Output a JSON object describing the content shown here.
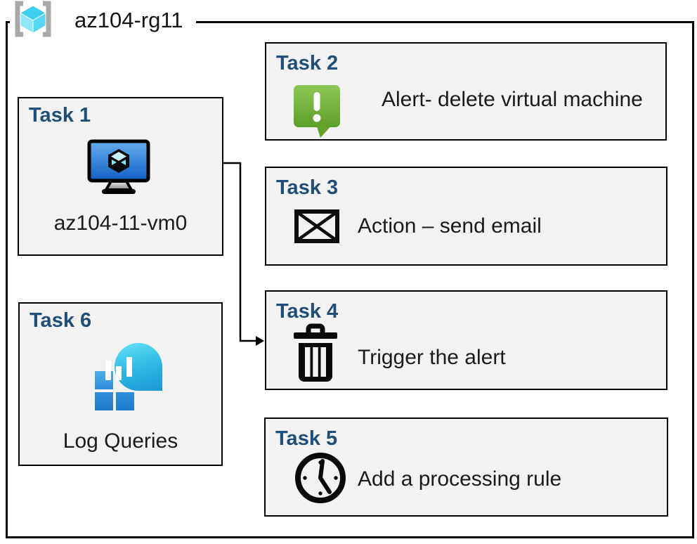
{
  "group": {
    "label": "az104-rg11",
    "icon": "resource-group-icon"
  },
  "tasks": [
    {
      "title": "Task 1",
      "label": "az104-11-vm0",
      "icon": "virtual-machine-icon"
    },
    {
      "title": "Task 2",
      "label": "Alert- delete virtual machine",
      "icon": "alert-icon"
    },
    {
      "title": "Task 3",
      "label": "Action – send email",
      "icon": "email-icon"
    },
    {
      "title": "Task 4",
      "label": "Trigger the alert",
      "icon": "trash-icon"
    },
    {
      "title": "Task 5",
      "label": "Add a processing rule",
      "icon": "clock-icon"
    },
    {
      "title": "Task 6",
      "label": "Log Queries",
      "icon": "log-queries-icon"
    }
  ],
  "connector": {
    "from": "Task 1",
    "to": "Task 4",
    "type": "elbow-arrow"
  },
  "colors": {
    "task_title": "#1F4E79",
    "box_fill": "#F2F2F2",
    "box_border": "#000000",
    "alert_green": "#6FB63A",
    "vm_screen_blue": "#2E7FD9",
    "log_cyan": "#35C1E8",
    "log_blue": "#2F8ED9",
    "rg_cube_cyan": "#50D8F2",
    "rg_bracket_gray": "#A8A8A8"
  }
}
